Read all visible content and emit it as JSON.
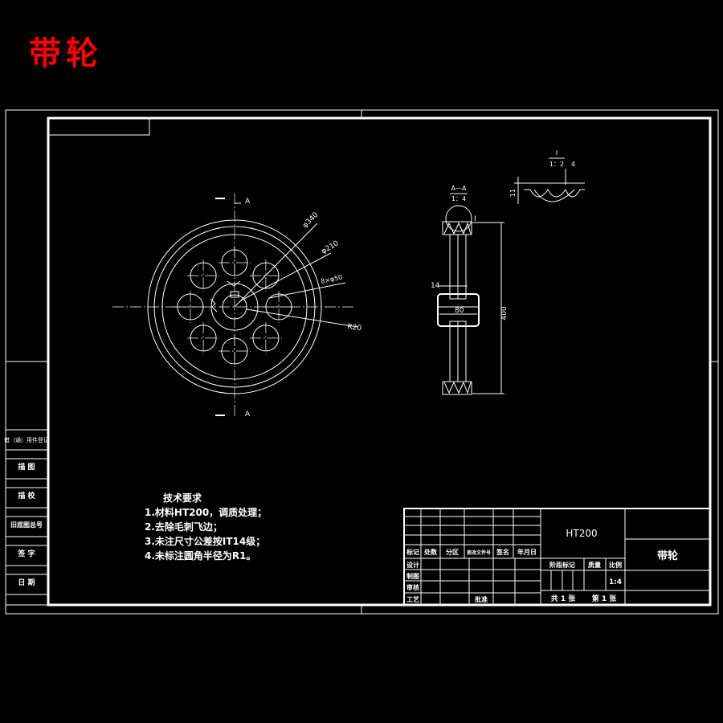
{
  "title": "带轮",
  "tech_requirements": {
    "heading": "技术要求",
    "items": [
      "1.材料HT200，调质处理；",
      "2.去除毛刺飞边；",
      "3.未注尺寸公差按IT14级；",
      "4.未标注圆角半径为R1。"
    ]
  },
  "front_view": {
    "section_mark_top": "A",
    "section_mark_bottom": "A",
    "dims": {
      "outer_dia": "φ340",
      "bolt_circle_dia": "φ210",
      "holes": "8×φ50",
      "bore_radius": "R20"
    }
  },
  "section_view": {
    "label": "A—A",
    "scale": "1：4",
    "detail_marker": "Ⅰ",
    "dims": {
      "hub_width": "80",
      "web_thickness": "14",
      "height": "400"
    }
  },
  "detail_view": {
    "label": "Ⅰ",
    "scale": "1：2",
    "dims": {
      "depth": "11",
      "width": "4"
    }
  },
  "left_strip": {
    "labels": [
      "借（通）用件登记",
      "描  图",
      "描  校",
      "旧底图总号",
      "签  字",
      "日  期"
    ]
  },
  "title_block": {
    "material": "HT200",
    "part_name": "带轮",
    "header_row": [
      "标记",
      "处数",
      "分区",
      "更改文件号",
      "签名",
      "年月日"
    ],
    "roles": [
      "设计",
      "制图",
      "审核",
      "工艺"
    ],
    "approve": "批准",
    "stage_label": "阶段标记",
    "weight_label": "质量",
    "scale_label": "比例",
    "scale_value": "1:4",
    "sheets_total": "共 1 张",
    "sheet_no": "第 1 张"
  }
}
